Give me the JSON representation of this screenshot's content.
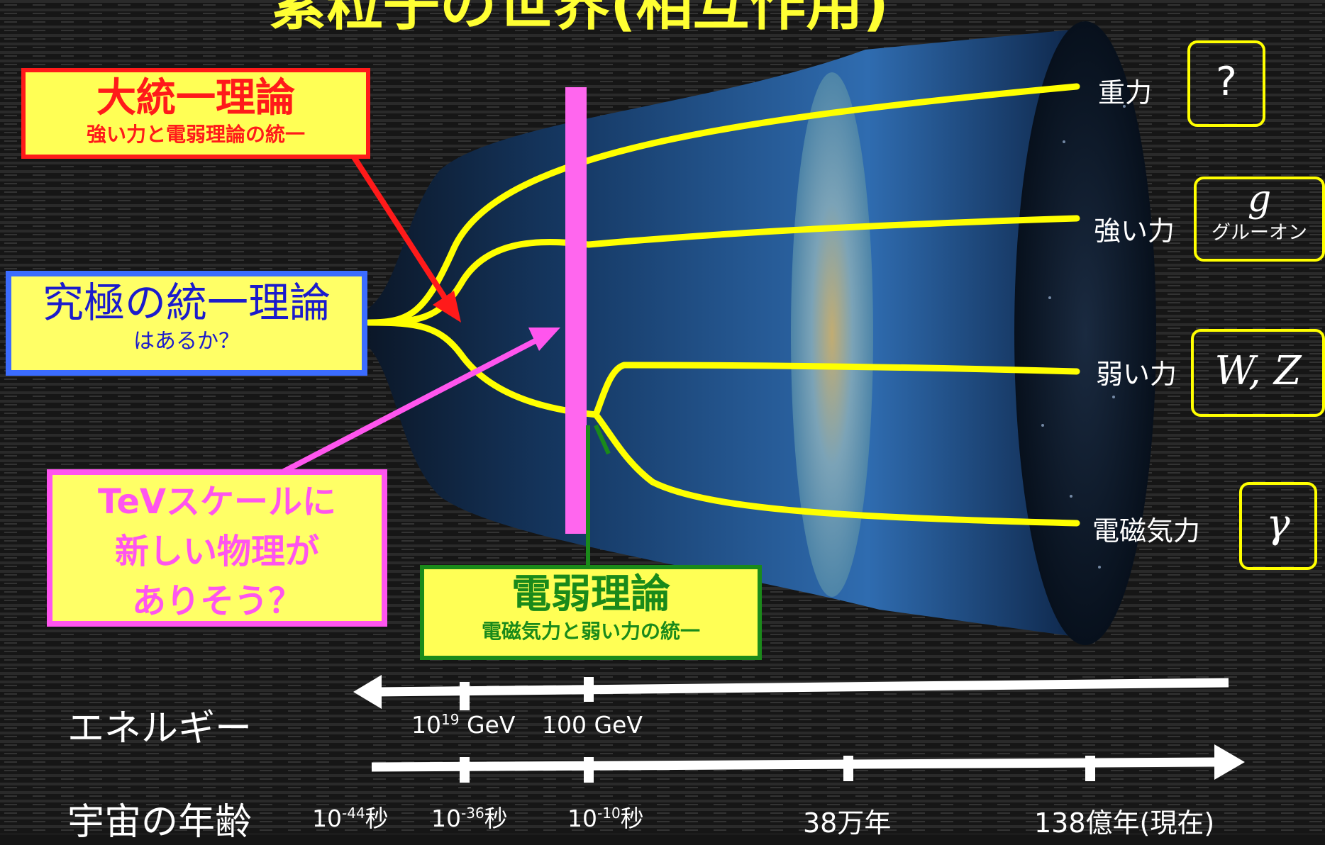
{
  "title_partial": "素粒子の世界(相互作用)",
  "boxes": {
    "gut": {
      "title": "大統一理論",
      "subtitle": "強い力と電弱理論の統一"
    },
    "ultimate": {
      "title": "究極の統一理論",
      "subtitle": "はあるか？"
    },
    "tev": {
      "line1": "TeVスケールに",
      "line2": "新しい物理が",
      "line3": "ありそう？"
    },
    "electroweak": {
      "title": "電弱理論",
      "subtitle": "電磁気力と弱い力の統一"
    }
  },
  "forces": [
    {
      "label": "重力",
      "particle": "?",
      "particle_sub": ""
    },
    {
      "label": "強い力",
      "particle": "g",
      "particle_sub": "グルーオン"
    },
    {
      "label": "弱い力",
      "particle": "W, Z",
      "particle_sub": ""
    },
    {
      "label": "電磁気力",
      "particle": "γ",
      "particle_sub": ""
    }
  ],
  "axes": {
    "energy": {
      "label": "エネルギー",
      "ticks": [
        {
          "base": "10",
          "exp": "19",
          "unit": " GeV"
        },
        {
          "base": "100 GeV",
          "exp": "",
          "unit": ""
        }
      ]
    },
    "age": {
      "label": "宇宙の年齢",
      "ticks": [
        {
          "base": "10",
          "exp": "-44",
          "unit": "秒"
        },
        {
          "base": "10",
          "exp": "-36",
          "unit": "秒"
        },
        {
          "base": "10",
          "exp": "-10",
          "unit": "秒"
        },
        {
          "base": "38万年",
          "exp": "",
          "unit": ""
        },
        {
          "base": "138億年(現在)",
          "exp": "",
          "unit": ""
        }
      ]
    }
  },
  "colors": {
    "force_lines": "#ffff00",
    "gut_accent": "#ff1a1a",
    "ultimate_accent": "#3b6cff",
    "tev_accent": "#ff55ee",
    "electroweak_accent": "#1a8a1a",
    "box_fill": "#ffff66"
  }
}
